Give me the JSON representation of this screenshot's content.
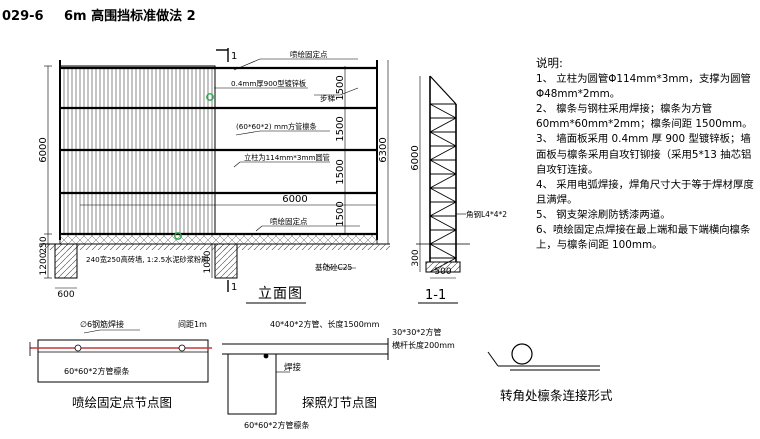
{
  "header": {
    "code": "029-6",
    "title": "6m 高围挡标准做法 2"
  },
  "elevation": {
    "caption": "立面图",
    "callouts": {
      "spray_point": "喷绘固定点",
      "panel": "0.4mm厚900型镀锌板",
      "step": "步梯",
      "purlin": "(60*60*2) mm方管檩条",
      "column": "立柱为114mm*3mm圆管",
      "spray_point_low": "喷绘固定点",
      "brick": "240宽250高砖墙, 1:2.5水泥砂浆粉刷",
      "foundation": "基础砼C25"
    },
    "dims": {
      "total_height": "6000",
      "bay_height": "1500",
      "width": "6000",
      "right_height": "6300",
      "wall": "250",
      "footing_left": "1200",
      "footing_right": "1000",
      "footing_width": "600",
      "section_mark": "1"
    }
  },
  "section": {
    "caption": "1-1",
    "callouts": {
      "angle": "角钢L4*4*2"
    },
    "dims": {
      "height": "6000",
      "base": "300",
      "width": "500"
    }
  },
  "notes": {
    "title": "说明:",
    "items": [
      "1、 立柱为圆管Φ114mm*3mm，支撑为圆管Φ48mm*2mm。",
      "2、 檩条与钢柱采用焊接；檩条为方管60mm*60mm*2mm；檩条间距 1500mm。",
      "3、 墙面板采用 0.4mm 厚 900 型镀锌板；墙面板与檩条采用自攻钉铆接（采用5*13 抽芯铝自攻钉连接。",
      "4、 采用电弧焊接，焊角尺寸大于等于焊材厚度且满焊。",
      "5、 钢支架涂刷防锈漆两道。",
      "6、喷绘固定点焊接在最上端和最下端横向檩条上，与檩条间距 100mm。"
    ]
  },
  "detail_spray": {
    "caption": "喷绘固定点节点图",
    "labels": {
      "rebar": "∅6钢筋焊接",
      "spacing": "间距1m",
      "purlin": "60*60*2方管檩条"
    }
  },
  "detail_light": {
    "caption": "探照灯节点图",
    "labels": {
      "pipe40": "40*40*2方管、长度1500mm",
      "pipe30": "30*30*2方管",
      "arm": "横杆长度200mm",
      "weld": "焊接",
      "purlin": "60*60*2方管檩条"
    }
  },
  "detail_corner": {
    "caption": "转角处檩条连接形式"
  }
}
